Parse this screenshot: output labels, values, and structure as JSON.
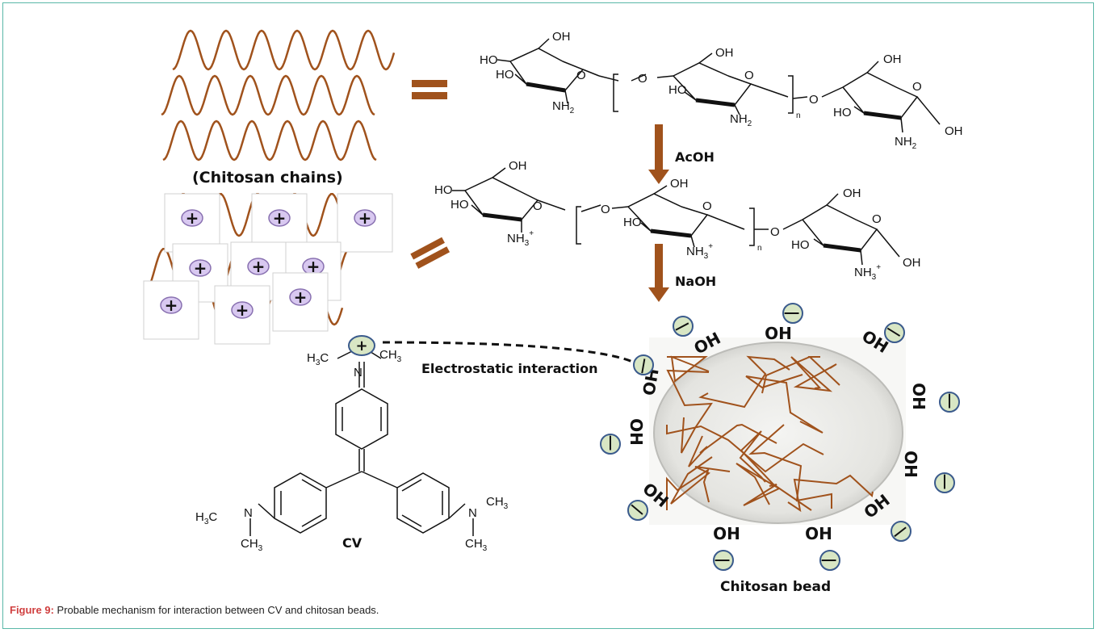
{
  "labels": {
    "chains": "(Chitosan chains)",
    "acoh": "AcOH",
    "naoh": "NaOH",
    "electrostatic": "Electrostatic interaction",
    "cv": "CV",
    "bead": "Chitosan bead",
    "oh": "OH",
    "plus": "+",
    "minus": "−",
    "n_sub": "n"
  },
  "caption": {
    "figure_label": "Figure 9:",
    "text": " Probable mechanism for interaction between CV and chitosan beads."
  },
  "colors": {
    "chain": "#a0521c",
    "arrow": "#a0521c",
    "anion_fill": "#d8e6c4",
    "cation_fill": "#d8c8f0",
    "badge_stroke": "#3a5a8c"
  }
}
